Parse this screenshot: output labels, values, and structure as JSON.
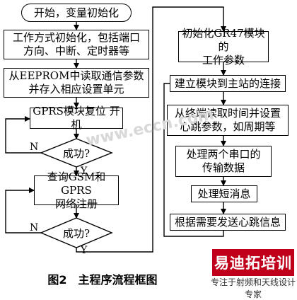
{
  "nodes": {
    "start": "开始，变量初始化",
    "init_work_mode": "工作方式初始化，包括端口\n方向、中断、定时器等",
    "read_eeprom": "从EEPROM中读取通信参数\n并存入相应设置单元",
    "gprs_reset": "GPRS模块复位 开机",
    "decision1": "成功?",
    "query_network": "查询GSM和GPRS\n网络注册",
    "decision2": "成功?",
    "init_gr47": "初始化GR47模块的\n工作参数",
    "connect_master": "建立模块到主站的连接",
    "read_time": "从终端读取时间并设置\n心跳参数，如周期等",
    "handle_serial": "处理两个串口的\n传输数据",
    "handle_sms": "处理短消息",
    "send_heartbeat": "根据需要发送心跳信息"
  },
  "labels": {
    "yes": "Y",
    "no": "N"
  },
  "caption": "图2　主程序流程框图",
  "watermark": {
    "center_text": "www.eccn.com",
    "logo_text": "易迪拓培训",
    "logo_sub": "专注于射频和天线设计专家"
  },
  "colors": {
    "line": "#000000",
    "logo": "#c0001a",
    "watermark": "#d8d8d8"
  }
}
